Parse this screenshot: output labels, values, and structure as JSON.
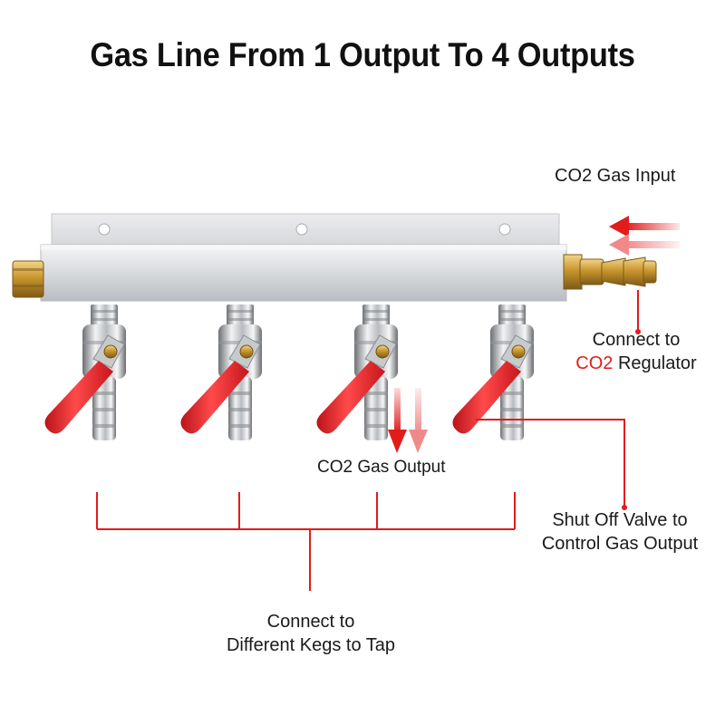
{
  "title": "Gas Line From 1 Output To 4 Outputs",
  "labels": {
    "gas_input": "CO2 Gas Input",
    "regulator_line1": "Connect to",
    "regulator_co2": "CO2",
    "regulator_rest": " Regulator",
    "gas_output": "CO2 Gas Output",
    "shutoff_line1": "Shut Off Valve to",
    "shutoff_line2": "Control Gas Output",
    "kegs_line1": "Connect to",
    "kegs_line2": "Different Kegs to Tap"
  },
  "colors": {
    "accent_red": "#e21b1b",
    "manifold_aluminum": "#dfe1e4",
    "brass": "#c9962e",
    "handle_red": "#e8262a"
  },
  "valves": [
    "valve-1",
    "valve-2",
    "valve-3",
    "valve-4"
  ]
}
